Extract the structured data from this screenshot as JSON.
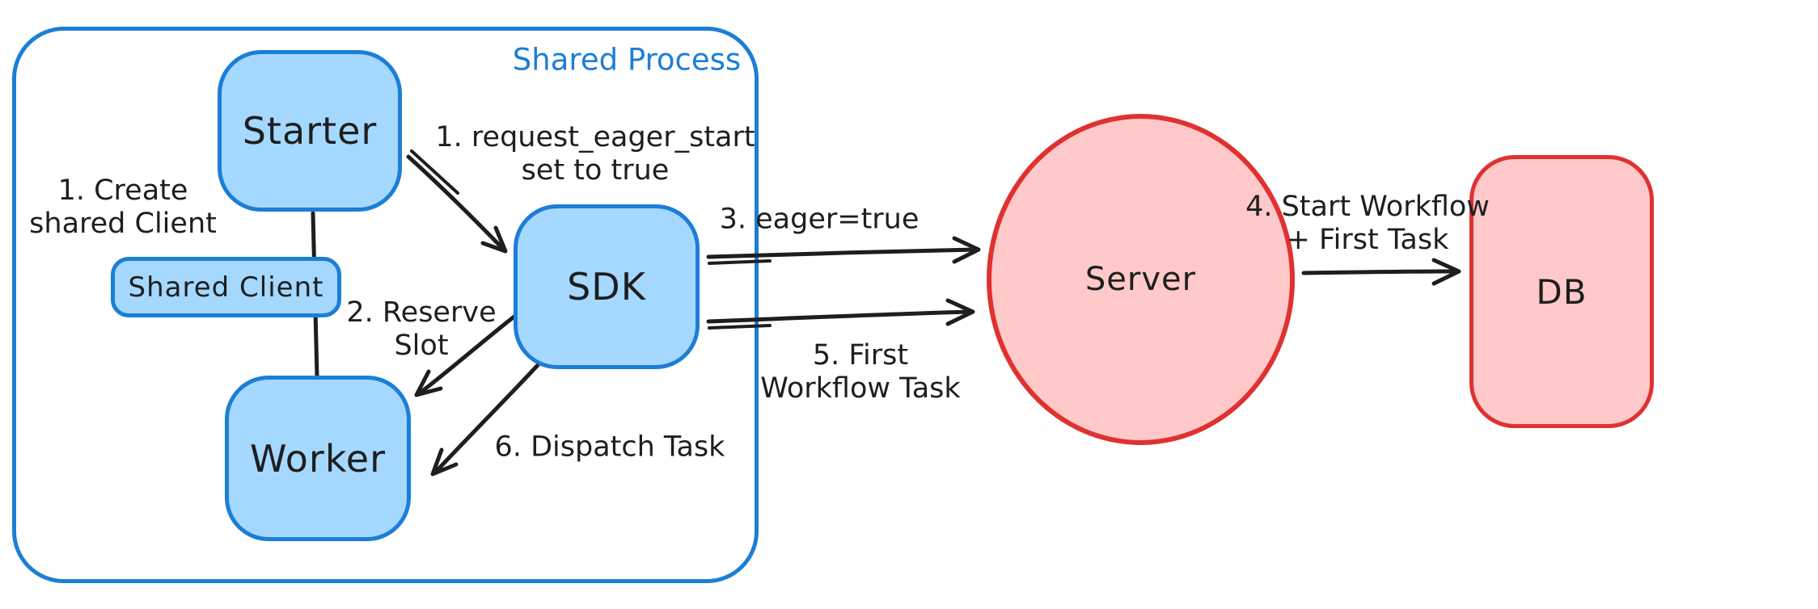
{
  "diagram": {
    "type": "flow-diagram",
    "background": "#ffffff",
    "colors": {
      "blue_stroke": "#1c7ed6",
      "blue_fill": "#a5d8ff",
      "red_stroke": "#e03131",
      "red_fill": "#ffc9c9",
      "ink": "#1e1e1e"
    },
    "container": {
      "label": "Shared Process"
    },
    "nodes": {
      "starter": {
        "label": "Starter"
      },
      "shared_client": {
        "label": "Shared Client"
      },
      "worker": {
        "label": "Worker"
      },
      "sdk": {
        "label": "SDK"
      },
      "server": {
        "label": "Server"
      },
      "db": {
        "label": "DB"
      }
    },
    "annotations": {
      "create_shared_client": {
        "line1": "1. Create",
        "line2": "shared Client"
      },
      "request_eager_start": {
        "line1": "1. request_eager_start",
        "line2": "set to true"
      },
      "reserve_slot": {
        "line1": "2. Reserve",
        "line2": "Slot"
      },
      "dispatch_task": {
        "text": "6. Dispatch Task"
      },
      "eager_true": {
        "text": "3. eager=true"
      },
      "first_workflow_task": {
        "line1": "5. First",
        "line2": "Workflow Task"
      },
      "start_workflow": {
        "line1": "4. Start Workflow",
        "line2": "+ First Task"
      }
    },
    "edges": [
      {
        "from": "Starter",
        "to": "Worker",
        "via": "Shared Client",
        "type": "line",
        "label": "1. Create shared Client"
      },
      {
        "from": "Starter",
        "to": "SDK",
        "type": "arrow",
        "label": "1. request_eager_start set to true"
      },
      {
        "from": "SDK",
        "to": "Worker",
        "type": "arrow",
        "label": "2. Reserve Slot"
      },
      {
        "from": "SDK",
        "to": "Worker",
        "type": "arrow",
        "label": "6. Dispatch Task"
      },
      {
        "from": "SDK",
        "to": "Server",
        "type": "arrow",
        "label": "3. eager=true"
      },
      {
        "from": "SDK",
        "to": "Server",
        "type": "arrow",
        "label": "5. First Workflow Task"
      },
      {
        "from": "Server",
        "to": "DB",
        "type": "arrow",
        "label": "4. Start Workflow + First Task"
      }
    ]
  }
}
